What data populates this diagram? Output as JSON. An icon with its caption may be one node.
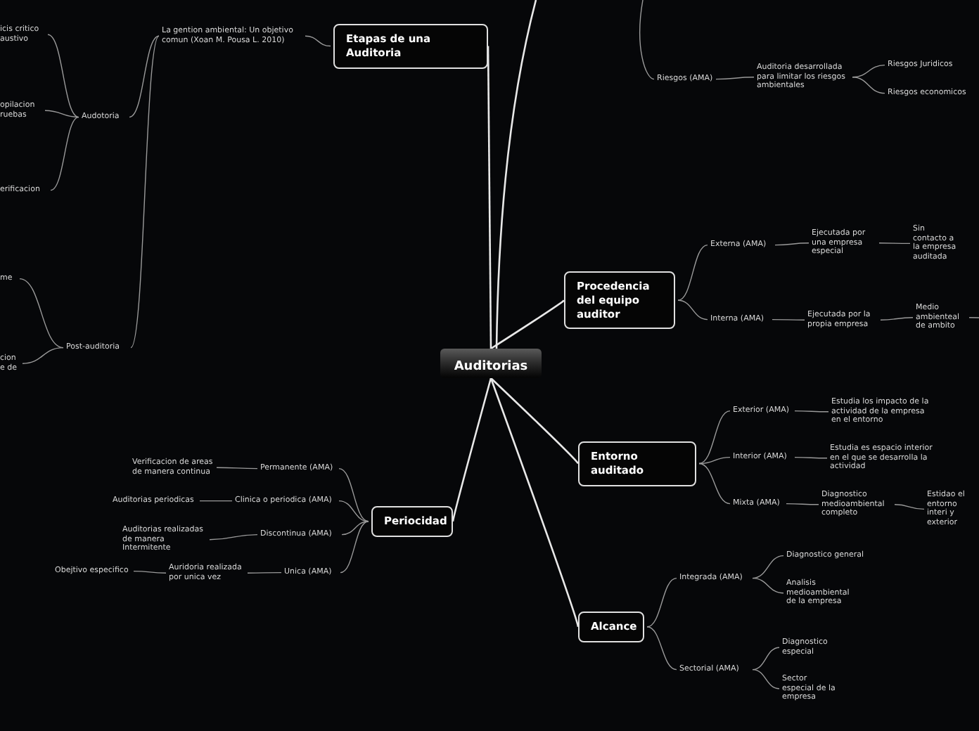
{
  "diagram": {
    "nodes": [
      {
        "text": [
          "Auditorias"
        ]
      },
      {
        "text": [
          "Etapas de una Auditoria"
        ]
      },
      {
        "text": [
          "La gention ambiental: Un objetivo comun (Xoan M. Pousa L. 2010)"
        ]
      },
      {
        "text": [
          "Audotoria"
        ]
      },
      {
        "text": [
          "Post-auditoria"
        ]
      },
      {
        "text": [
          "icis critico austivo"
        ]
      },
      {
        "text": [
          "opilacion ruebas"
        ]
      },
      {
        "text": [
          "erificacion"
        ]
      },
      {
        "text": [
          "me"
        ]
      },
      {
        "text": [
          "cion e de"
        ]
      },
      {
        "text": [
          "Procedencia del equipo auditor"
        ]
      },
      {
        "text": [
          "Externa  (AMA)"
        ]
      },
      {
        "text": [
          "Ejecutada por una empresa especial"
        ]
      },
      {
        "text": [
          "Sin contacto a la empresa auditada"
        ]
      },
      {
        "text": [
          "Interna (AMA)"
        ]
      },
      {
        "text": [
          "Ejecutada por la propia empresa"
        ]
      },
      {
        "text": [
          "Medio ambienteal de ambito"
        ]
      },
      {
        "text": [
          "Riesgos (AMA)"
        ]
      },
      {
        "text": [
          "Auditoria desarrollada para limitar los riesgos ambientales"
        ]
      },
      {
        "text": [
          "Riesgos Juridicos"
        ]
      },
      {
        "text": [
          "Riesgos economicos"
        ]
      },
      {
        "text": [
          "Entorno auditado"
        ]
      },
      {
        "text": [
          "Exterior (AMA)"
        ]
      },
      {
        "text": [
          "Estudia los impacto de la actividad de la empresa en el entorno"
        ]
      },
      {
        "text": [
          "Interior (AMA)"
        ]
      },
      {
        "text": [
          "Estudia es espacio interior en el que se desarrolla la actividad"
        ]
      },
      {
        "text": [
          "Mixta (AMA)"
        ]
      },
      {
        "text": [
          "Diagnostico medioambiental completo"
        ]
      },
      {
        "text": [
          "Estidao el entorno interi y exterior"
        ]
      },
      {
        "text": [
          "Periocidad"
        ]
      },
      {
        "text": [
          "Permanente (AMA)"
        ]
      },
      {
        "text": [
          "Verificacion de areas de manera continua"
        ]
      },
      {
        "text": [
          "Clinica o periodica (AMA)"
        ]
      },
      {
        "text": [
          "Auditorias periodicas"
        ]
      },
      {
        "text": [
          "Discontinua (AMA)"
        ]
      },
      {
        "text": [
          "Auditorias realizadas de manera Intermitente"
        ]
      },
      {
        "text": [
          "Unica (AMA)"
        ]
      },
      {
        "text": [
          "Auridoria realizada por unica vez"
        ]
      },
      {
        "text": [
          "Obejtivo especifico"
        ]
      },
      {
        "text": [
          "Alcance"
        ]
      },
      {
        "text": [
          "Integrada (AMA)"
        ]
      },
      {
        "text": [
          "Diagnostico general"
        ]
      },
      {
        "text": [
          "Analisis medioambiental de la empresa"
        ]
      },
      {
        "text": [
          "Sectorial (AMA)"
        ]
      },
      {
        "text": [
          "Diagnostico especial"
        ]
      },
      {
        "text": [
          "Sector especial de la empresa"
        ]
      }
    ],
    "edges": [
      {
        "from": 0,
        "to": 1,
        "arrow": "none"
      },
      {
        "from": 0,
        "to": null,
        "arrow": "none"
      },
      {
        "from": 0,
        "to": 10,
        "arrow": "none"
      },
      {
        "from": 0,
        "to": 21,
        "arrow": "none"
      },
      {
        "from": 0,
        "to": 29,
        "arrow": "none"
      },
      {
        "from": 0,
        "to": 39,
        "arrow": "none"
      },
      {
        "from": 1,
        "to": 2,
        "arrow": "none"
      },
      {
        "from": 2,
        "to": 3,
        "arrow": "none"
      },
      {
        "from": 2,
        "to": 4,
        "arrow": "none"
      },
      {
        "from": 3,
        "to": 5,
        "arrow": "none"
      },
      {
        "from": 3,
        "to": 6,
        "arrow": "none"
      },
      {
        "from": 3,
        "to": 7,
        "arrow": "none"
      },
      {
        "from": 4,
        "to": 8,
        "arrow": "none"
      },
      {
        "from": 4,
        "to": 9,
        "arrow": "none"
      },
      {
        "from": 10,
        "to": 11,
        "arrow": "none"
      },
      {
        "from": 11,
        "to": 12,
        "arrow": "none"
      },
      {
        "from": 12,
        "to": 13,
        "arrow": "none"
      },
      {
        "from": 10,
        "to": 14,
        "arrow": "none"
      },
      {
        "from": 14,
        "to": 15,
        "arrow": "none"
      },
      {
        "from": 15,
        "to": 16,
        "arrow": "none"
      },
      {
        "from": 16,
        "to": null,
        "arrow": "none"
      },
      {
        "from": null,
        "to": 17,
        "arrow": "none"
      },
      {
        "from": 17,
        "to": 18,
        "arrow": "none"
      },
      {
        "from": 18,
        "to": 19,
        "arrow": "none"
      },
      {
        "from": 18,
        "to": 20,
        "arrow": "none"
      },
      {
        "from": 21,
        "to": 22,
        "arrow": "none"
      },
      {
        "from": 22,
        "to": 23,
        "arrow": "none"
      },
      {
        "from": 21,
        "to": 24,
        "arrow": "none"
      },
      {
        "from": 24,
        "to": 25,
        "arrow": "none"
      },
      {
        "from": 21,
        "to": 26,
        "arrow": "none"
      },
      {
        "from": 26,
        "to": 27,
        "arrow": "none"
      },
      {
        "from": 27,
        "to": 28,
        "arrow": "none"
      },
      {
        "from": 29,
        "to": 30,
        "arrow": "none"
      },
      {
        "from": 30,
        "to": 31,
        "arrow": "none"
      },
      {
        "from": 29,
        "to": 32,
        "arrow": "none"
      },
      {
        "from": 32,
        "to": 33,
        "arrow": "none"
      },
      {
        "from": 29,
        "to": 34,
        "arrow": "none"
      },
      {
        "from": 34,
        "to": 35,
        "arrow": "none"
      },
      {
        "from": 29,
        "to": 36,
        "arrow": "none"
      },
      {
        "from": 36,
        "to": 37,
        "arrow": "none"
      },
      {
        "from": 37,
        "to": 38,
        "arrow": "none"
      },
      {
        "from": 39,
        "to": 40,
        "arrow": "none"
      },
      {
        "from": 40,
        "to": 41,
        "arrow": "none"
      },
      {
        "from": 40,
        "to": 42,
        "arrow": "none"
      },
      {
        "from": 39,
        "to": 43,
        "arrow": "none"
      },
      {
        "from": 43,
        "to": 44,
        "arrow": "none"
      },
      {
        "from": 43,
        "to": 45,
        "arrow": "none"
      }
    ]
  }
}
